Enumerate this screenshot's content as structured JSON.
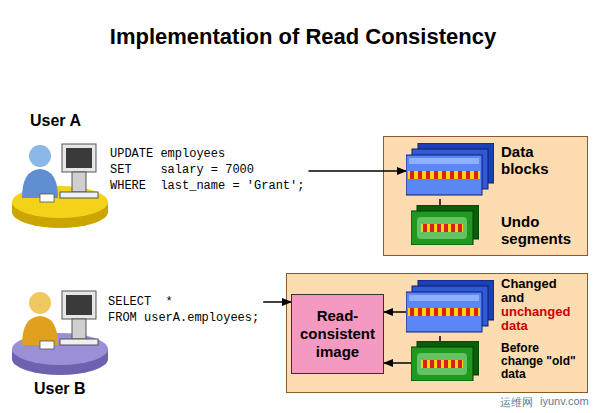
{
  "diagram": {
    "title": "Implementation of Read Consistency",
    "nodes": [
      {
        "text": [
          "User A"
        ]
      },
      {
        "text": [
          "UPDATE employees",
          "SET    salary = 7000",
          "WHERE  last_name = 'Grant';"
        ]
      },
      {
        "text": []
      },
      {
        "text": [
          "Data blocks"
        ],
        "in": 2
      },
      {
        "text": [
          "Undo segments"
        ],
        "in": 2
      },
      {
        "text": [
          "User B"
        ]
      },
      {
        "text": [
          "SELECT  *",
          "FROM userA.employees;"
        ]
      },
      {
        "text": []
      },
      {
        "text": [
          "Read-consistent image"
        ],
        "in": 7
      },
      {
        "text": [
          "Changed and",
          "unchanged data"
        ],
        "in": 7
      },
      {
        "text": [
          "Before change \"old\" data"
        ],
        "in": 7
      }
    ],
    "edges": [
      {
        "from": 1,
        "to": 3,
        "arrow": "to"
      },
      {
        "from": 3,
        "to": 4,
        "arrow": "none"
      },
      {
        "from": 6,
        "to": 8,
        "arrow": "to"
      },
      {
        "from": 9,
        "to": 8,
        "arrow": "to"
      },
      {
        "from": 10,
        "to": 8,
        "arrow": "to"
      },
      {
        "from": 9,
        "to": 10,
        "arrow": "none"
      }
    ],
    "labels": [
      "运维网",
      "iyunv.com"
    ]
  }
}
